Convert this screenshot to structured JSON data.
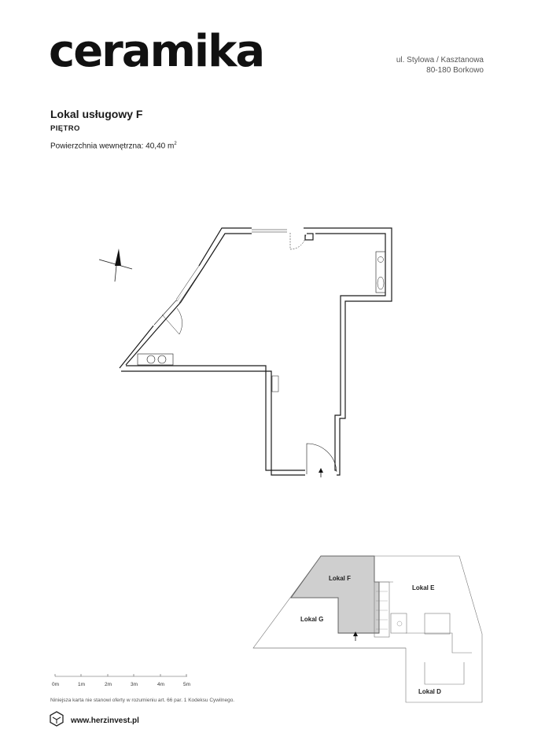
{
  "brand": {
    "name": "ceramika"
  },
  "address": {
    "line1": "ul. Stylowa / Kasztanowa",
    "line2": "80-180 Borkowo"
  },
  "unit": {
    "title": "Lokal usługowy F",
    "floor": "PIĘTRO",
    "area_label": "Powierzchnia wewnętrzna: 40,40 m",
    "area_sup": "2"
  },
  "keyplan": {
    "lokal_f": "Lokal F",
    "lokal_e": "Lokal E",
    "lokal_g": "Lokal G",
    "lokal_d": "Lokal D",
    "highlight_color": "#cfcfcf"
  },
  "scale": {
    "ticks": [
      "0m",
      "1m",
      "2m",
      "3m",
      "4m",
      "5m"
    ]
  },
  "footer": {
    "disclaimer": "Niniejsza karta nie stanowi oferty w rozumieniu art. 66 par. 1 Kodeksu Cywilnego.",
    "website": "www.herzinvest.pl"
  },
  "icons": {
    "north": "north-arrow-icon",
    "entrance": "entrance-arrow-icon",
    "logo": "hexagon-logo-icon"
  }
}
